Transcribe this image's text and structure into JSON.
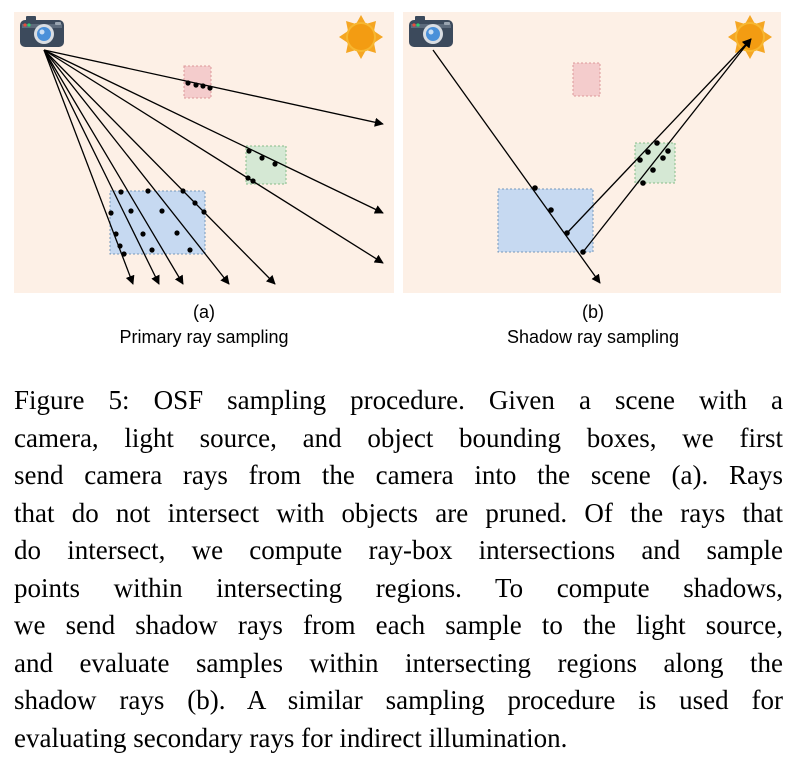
{
  "panel_a": {
    "label": "(a)",
    "title": "Primary ray sampling"
  },
  "panel_b": {
    "label": "(b)",
    "title": "Shadow ray sampling"
  },
  "caption_lines": [
    "Figure 5: OSF sampling procedure.  Given a scene with a",
    "camera, light source, and object bounding boxes, we first",
    "send camera rays from the camera into the scene (a). Rays",
    "that do not intersect with objects are pruned. Of the rays that",
    "do intersect, we compute ray-box intersections and sample",
    "points within intersecting regions.  To compute shadows,",
    "we send shadow rays from each sample to the light source,",
    "and evaluate samples within intersecting regions along the",
    "shadow rays (b).  A similar sampling procedure is used for",
    "evaluating secondary rays for indirect illumination."
  ],
  "colors": {
    "panel_bg": "#fdf0e6",
    "box_pink": "#f4cccc",
    "box_green": "#d5e8d4",
    "box_blue": "#c6d9f1",
    "sun": "#f5a623",
    "camera_body": "#3c4a5c",
    "camera_lens": "#4a90d9"
  },
  "icons": [
    "camera-icon",
    "sun-icon"
  ]
}
